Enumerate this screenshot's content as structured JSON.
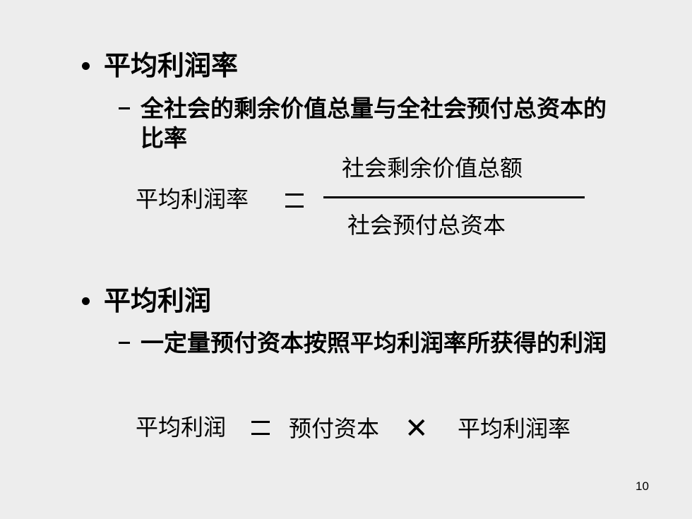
{
  "bullet1": {
    "title": "平均利润率",
    "sub": "全社会的剩余价值总量与全社会预付总资本的比率"
  },
  "formula1": {
    "lhs": "平均利润率",
    "numerator": "社会剩余价值总额",
    "denominator": "社会预付总资本"
  },
  "bullet2": {
    "title": "平均利润",
    "sub": "一定量预付资本按照平均利润率所获得的利润"
  },
  "formula2": {
    "lhs": "平均利润",
    "factor1": "预付资本",
    "operator": "✕",
    "factor2": "平均利润率"
  },
  "page_number": "10"
}
